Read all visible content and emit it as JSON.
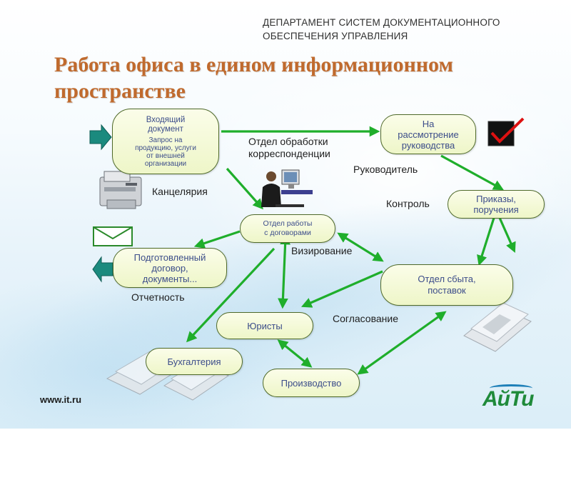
{
  "header": {
    "department_line1": "ДЕПАРТАМЕНТ СИСТЕМ ДОКУМЕНТАЦИОННОГО",
    "department_line2": "ОБЕСПЕЧЕНИЯ УПРАВЛЕНИЯ",
    "title_line1": "Работа офиса в едином информационном",
    "title_line2": "пространстве"
  },
  "nodes": {
    "incoming": {
      "line1": "Входящий",
      "line2": "документ",
      "line3": "Запрос на",
      "line4": "продукцию, услуги",
      "line5": "от внешней",
      "line6": "организации"
    },
    "review": {
      "line1": "На",
      "line2": "рассмотрение",
      "line3": "руководства"
    },
    "orders": {
      "line1": "Приказы,",
      "line2": "поручения"
    },
    "contracts_dept": {
      "line1": "Отдел работы",
      "line2": "с договорами"
    },
    "prepared": {
      "line1": "Подготовленный",
      "line2": "договор,",
      "line3": "документы..."
    },
    "sales": {
      "line1": "Отдел сбыта,",
      "line2": "поставок"
    },
    "lawyers": {
      "line1": "Юристы"
    },
    "accounting": {
      "line1": "Бухгалтерия"
    },
    "production": {
      "line1": "Производство"
    }
  },
  "labels": {
    "correspondence_line1": "Отдел обработки",
    "correspondence_line2": "корреспонденции",
    "office": "Канцелярия",
    "manager": "Руководитель",
    "control": "Контроль",
    "approval": "Визирование",
    "reporting": "Отчетность",
    "agreement": "Согласование"
  },
  "footer": {
    "url": "www.it.ru",
    "logo": "АйТи"
  },
  "colors": {
    "arrow": "#1fae2b",
    "title": "#c06a2d",
    "node_text": "#3c4d8a",
    "side_arrow": "#1b8a7e",
    "logo": "#1f8a3a"
  },
  "icons": [
    "printer-icon",
    "person-at-computer-icon",
    "checkmark-icon",
    "envelope-icon",
    "document-stack-icon"
  ]
}
